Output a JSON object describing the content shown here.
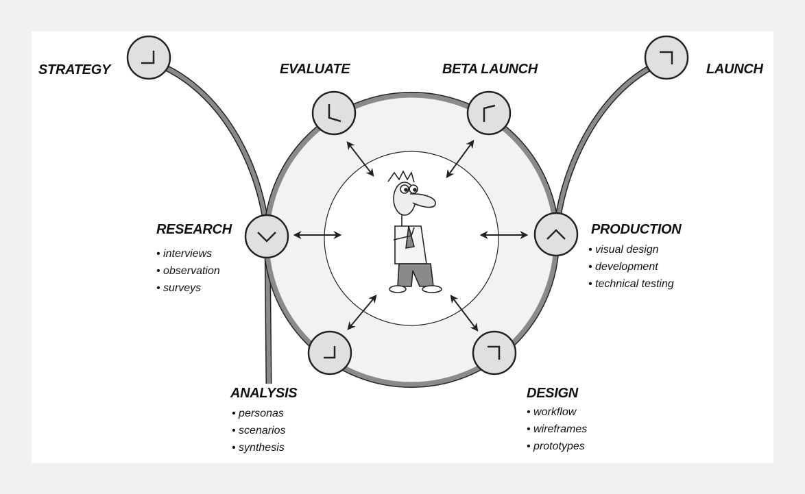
{
  "stages": {
    "strategy": {
      "title": "STRATEGY"
    },
    "evaluate": {
      "title": "EVALUATE"
    },
    "beta_launch": {
      "title": "BETA LAUNCH"
    },
    "launch": {
      "title": "LAUNCH"
    },
    "research": {
      "title": "RESEARCH",
      "items": [
        "• interviews",
        "• observation",
        "• surveys"
      ]
    },
    "production": {
      "title": "PRODUCTION",
      "items": [
        "• visual design",
        "• development",
        "• technical testing"
      ]
    },
    "analysis": {
      "title": "ANALYSIS",
      "items": [
        "• personas",
        "• scenarios",
        "• synthesis"
      ]
    },
    "design": {
      "title": "DESIGN",
      "items": [
        "• workflow",
        "• wireframes",
        "• prototypes"
      ]
    }
  },
  "colors": {
    "ring_fill": "#f2f2f2",
    "ring_stroke": "#8a8a8a",
    "node_fill": "#e0e0e0"
  }
}
